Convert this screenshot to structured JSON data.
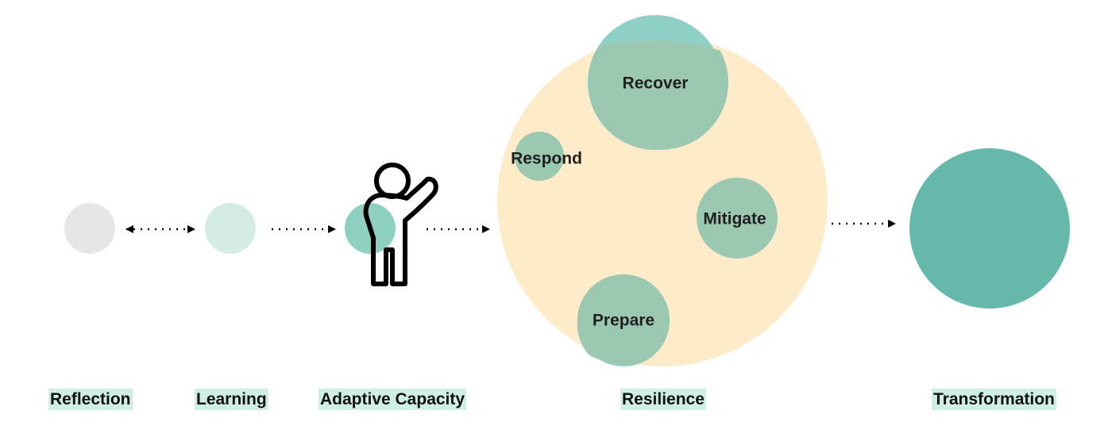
{
  "colors": {
    "reflection": "#e6e6e6",
    "learning": "#d5ebe6",
    "adaptive": "#8fd0c0",
    "resilience_bg": "#fdebc9",
    "resilience_top": "#8fd0c6",
    "resilience_circle": "#9cc8b2",
    "transformation": "#66b8aa",
    "label_bg": "#cfeee5",
    "arrow": "#000000"
  },
  "icons": {
    "person": "person-pointing-icon"
  },
  "resilience_circles": {
    "recover": "Recover",
    "respond": "Respond",
    "mitigate": "Mitigate",
    "prepare": "Prepare"
  },
  "stages": {
    "reflection": "Reflection",
    "learning": "Learning",
    "adaptive": "Adaptive Capacity",
    "resilience": "Resilience",
    "transformation": "Transformation"
  }
}
